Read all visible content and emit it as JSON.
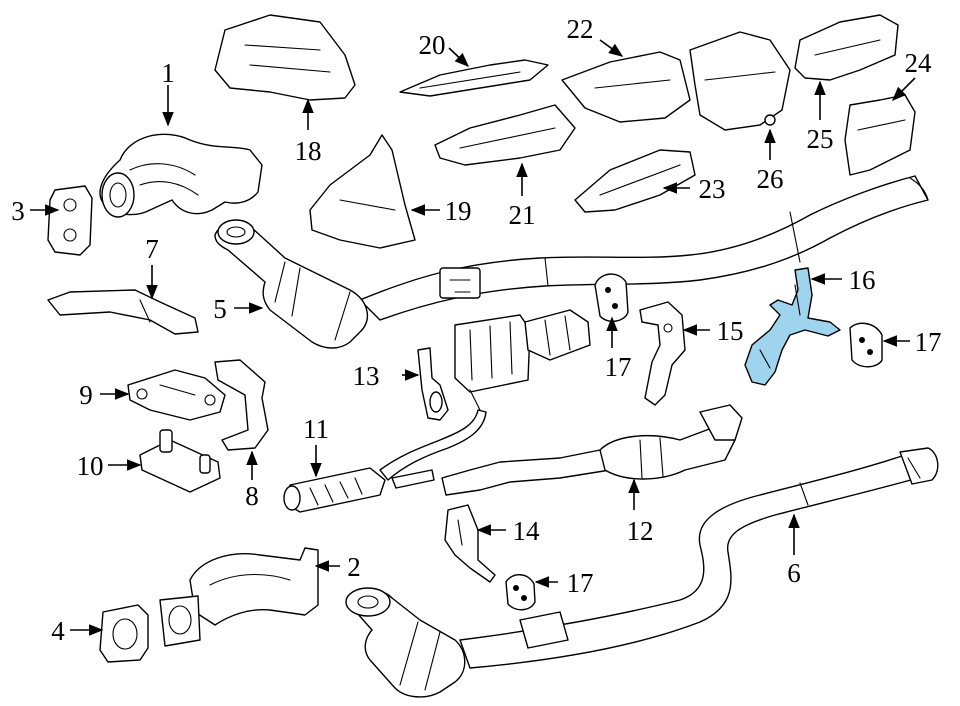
{
  "diagram": {
    "highlight_color": "#9fd4ee",
    "highlighted_part": "16",
    "callouts": {
      "c1": "1",
      "c2": "2",
      "c3": "3",
      "c4": "4",
      "c5": "5",
      "c6": "6",
      "c7": "7",
      "c8": "8",
      "c9": "9",
      "c10": "10",
      "c11": "11",
      "c12": "12",
      "c13": "13",
      "c14": "14",
      "c15": "15",
      "c16": "16",
      "c17a": "17",
      "c17b": "17",
      "c17c": "17",
      "c18": "18",
      "c19": "19",
      "c20": "20",
      "c21": "21",
      "c22": "22",
      "c23": "23",
      "c24": "24",
      "c25": "25",
      "c26": "26"
    }
  }
}
